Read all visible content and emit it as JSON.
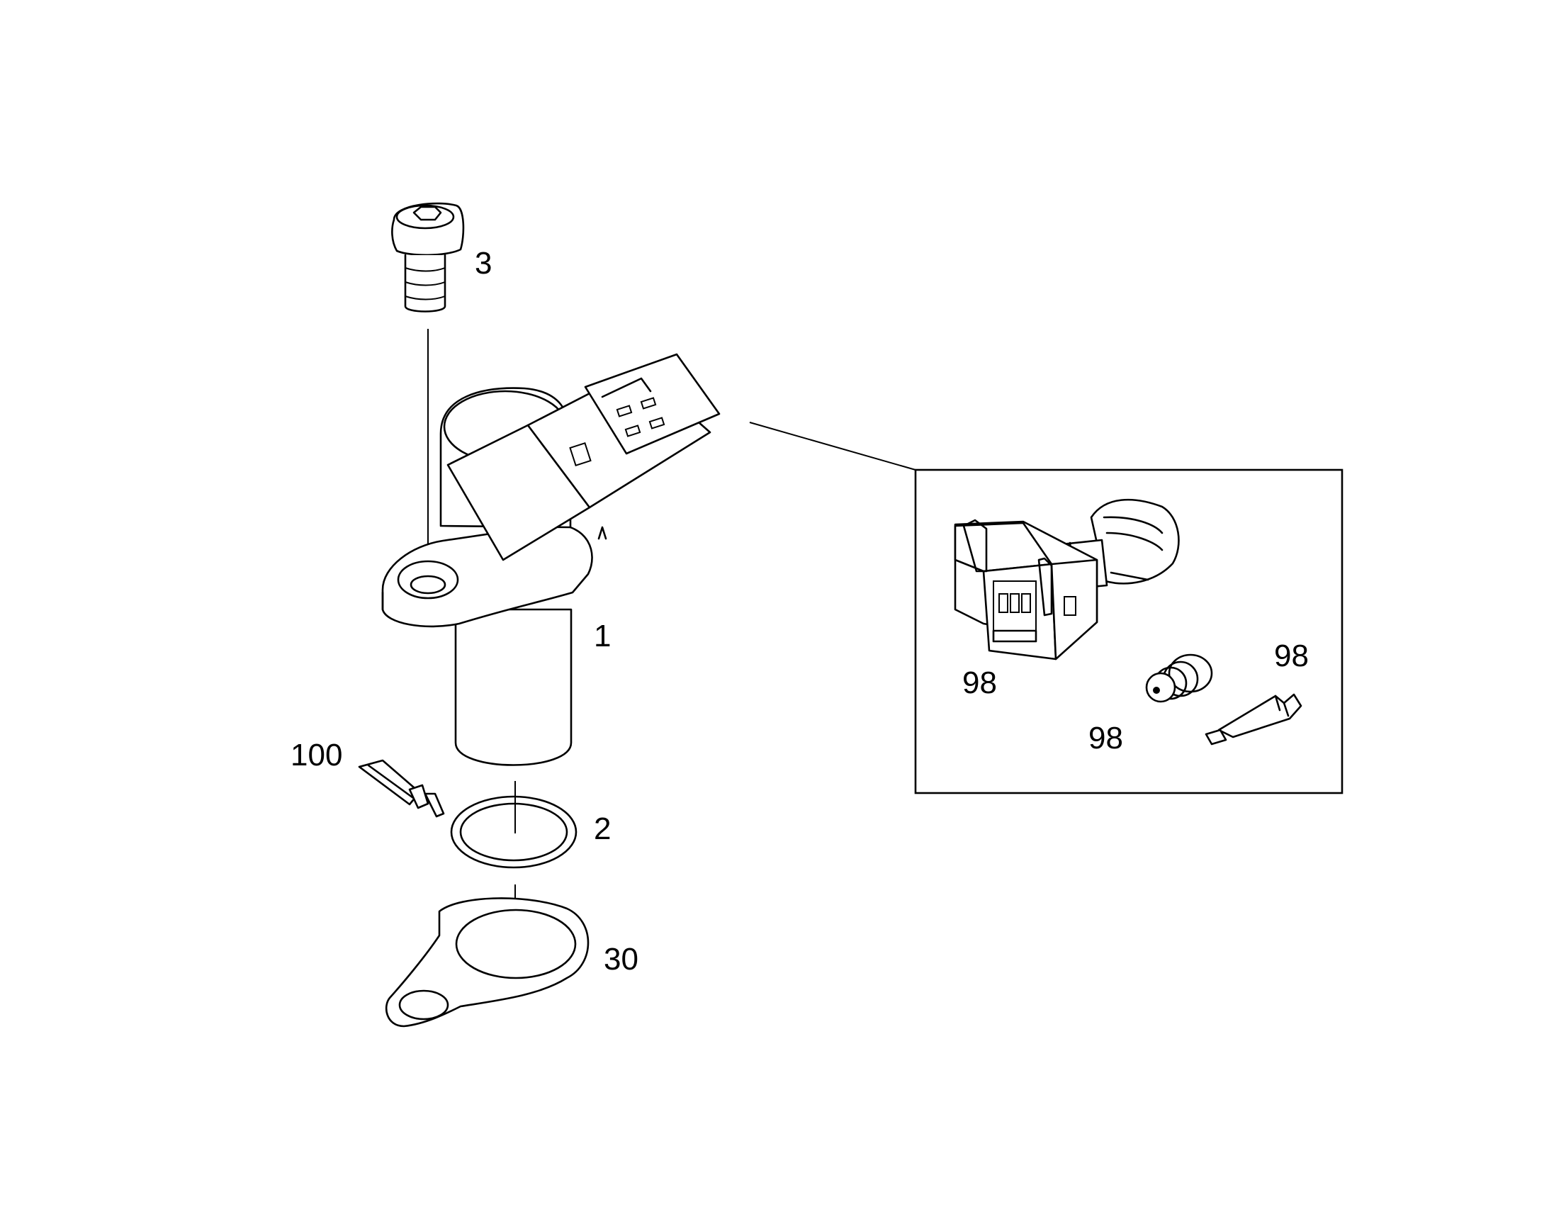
{
  "callouts": {
    "sensor": "1",
    "o_ring": "2",
    "bolt": "3",
    "gasket": "30",
    "sealant": "100",
    "connector_housing": "98",
    "seal": "98",
    "terminal": "98"
  },
  "colors": {
    "line": "#000000",
    "background": "#ffffff"
  }
}
